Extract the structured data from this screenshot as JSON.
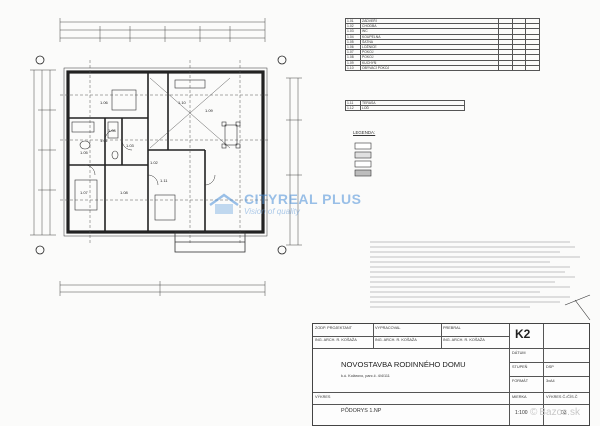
{
  "rooms_table": {
    "rows": [
      [
        "1.01",
        "ZÁDVEŘÍ"
      ],
      [
        "1.02",
        "CHODBA"
      ],
      [
        "1.03",
        "WC"
      ],
      [
        "1.04",
        "KOUPELNA"
      ],
      [
        "1.05",
        "ŠATNA"
      ],
      [
        "1.06",
        "LOŽNICE"
      ],
      [
        "1.07",
        "POKOJ"
      ],
      [
        "1.08",
        "POKOJ"
      ],
      [
        "1.09",
        "KUCHYŇ"
      ],
      [
        "1.10",
        "OBÝVACÍ POKOJ"
      ],
      [
        "1.11",
        "TERASA"
      ],
      [
        "1.12",
        "LOĎ"
      ]
    ]
  },
  "room_labels": [
    "1.01",
    "1.02",
    "1.03",
    "1.04",
    "1.05",
    "1.06",
    "1.07",
    "1.08",
    "1.09",
    "1.10",
    "1.11"
  ],
  "legend": {
    "title": "LEGENDA:"
  },
  "title_block": {
    "org_label": "ZODP. PROJEKTANT",
    "org_name": "ING. ARCH. R. KOŠAŽA",
    "drawn_label": "VYPRACOVAL",
    "drawn_name": "ING. ARCH. R. KOŠAŽA",
    "checked_label": "PREBRAL",
    "checked_name": "ING. ARCH. R. KOŠAŽA",
    "logo_mark": "K2",
    "project_title": "NOVOSTAVBA RODINNÉHO DOMU",
    "place": "k.ú. Kolárovo, parc.č. 4/4/111",
    "drawing_label": "VÝKRES",
    "drawing_title": "PÔDORYS 1.NP",
    "scale": "1:100",
    "sheet_no": "03",
    "date_label": "DÁTUM",
    "stage_label": "STUPEŇ",
    "stage_value": "DSP",
    "format_label": "FORMÁT",
    "format_value": "3xA4",
    "scale_label": "MIERKA",
    "no_label": "VÝKRES Č./ČÍS.Č"
  },
  "watermark": {
    "brand": "CITYREAL PLUS",
    "tagline": "Vision of quality"
  },
  "site_mark": {
    "text": "Bazos.sk"
  },
  "colors": {
    "line": "#2b2b2b",
    "watermark": "#4a8fd8",
    "paper": "#fbfbfa"
  }
}
